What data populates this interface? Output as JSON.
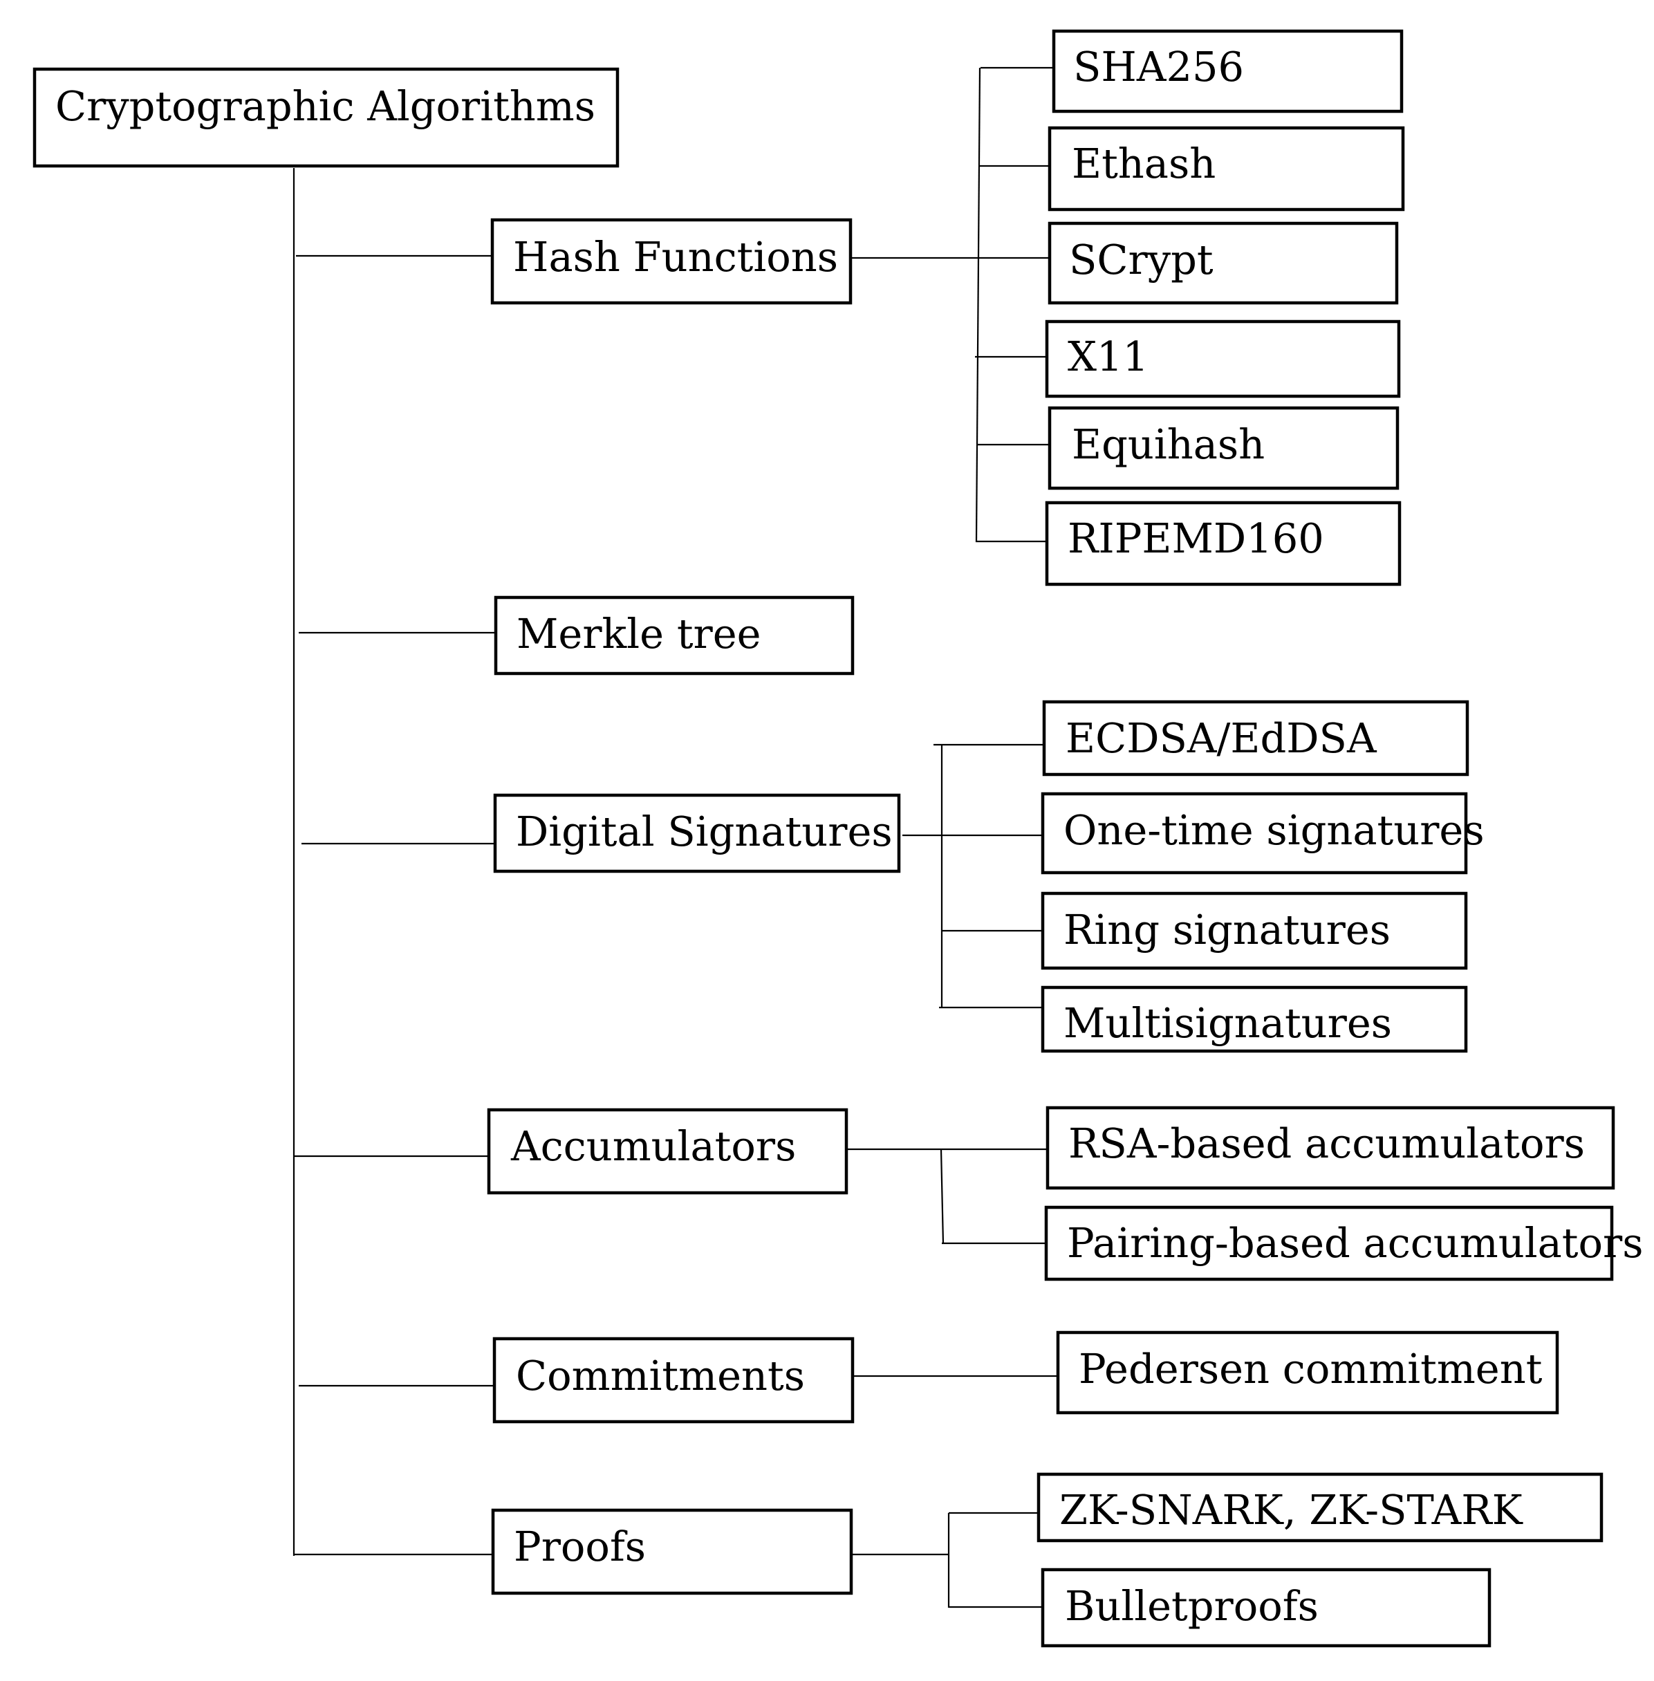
{
  "diagram": {
    "root": {
      "label": "Cryptographic Algorithms"
    },
    "categories": [
      {
        "label": "Hash Functions",
        "children": [
          "SHA256",
          "Ethash",
          "SCrypt",
          "X11",
          "Equihash",
          "RIPEMD160"
        ]
      },
      {
        "label": "Merkle tree",
        "children": []
      },
      {
        "label": "Digital Signatures",
        "children": [
          "ECDSA/EdDSA",
          "One-time signatures",
          "Ring signatures",
          "Multisignatures"
        ]
      },
      {
        "label": "Accumulators",
        "children": [
          "RSA-based accumulators",
          "Pairing-based accumulators"
        ]
      },
      {
        "label": "Commitments",
        "children": [
          "Pedersen commitment"
        ]
      },
      {
        "label": "Proofs",
        "children": [
          "ZK-SNARK, ZK-STARK",
          "Bulletproofs"
        ]
      }
    ]
  }
}
